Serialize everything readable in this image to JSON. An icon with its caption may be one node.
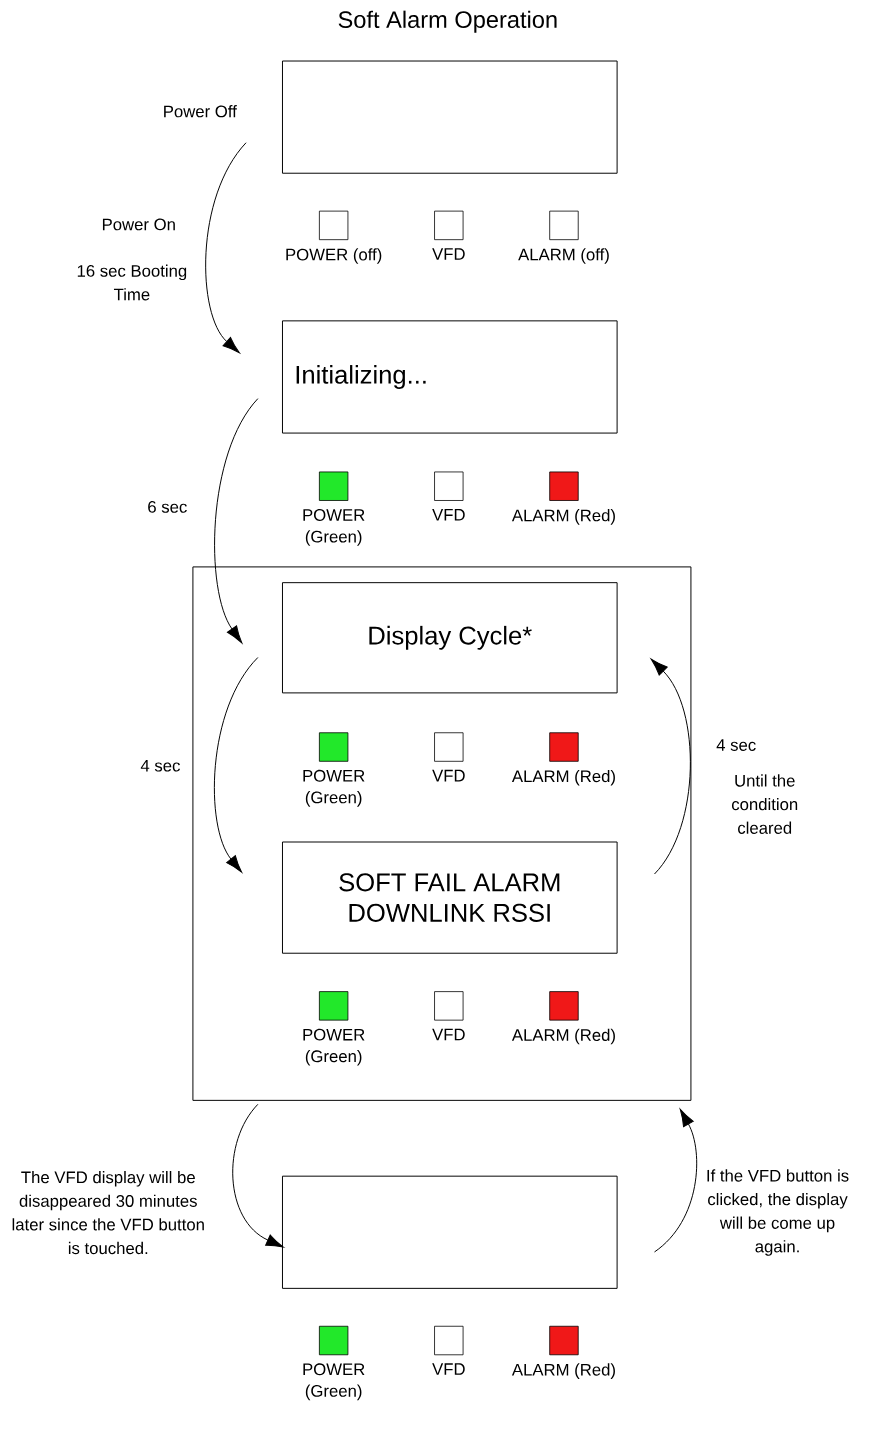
{
  "diagram": {
    "title": "Soft Alarm Operation",
    "nodes": [
      {
        "text": [],
        "shape": "box"
      },
      {
        "text": [
          "POWER (off)"
        ]
      },
      {
        "text": [
          "VFD"
        ]
      },
      {
        "text": [
          "ALARM (off)"
        ]
      },
      {
        "text": [
          "Initializing..."
        ]
      },
      {
        "text": [
          "POWER (Green)"
        ]
      },
      {
        "text": [
          "VFD"
        ]
      },
      {
        "text": [
          "ALARM (Red)"
        ]
      },
      {
        "text": [],
        "shape": "box"
      },
      {
        "text": [
          "Display Cycle*"
        ],
        "in": 8
      },
      {
        "text": [
          "POWER (Green)"
        ],
        "in": 8
      },
      {
        "text": [
          "VFD"
        ],
        "in": 8
      },
      {
        "text": [
          "ALARM (Red)"
        ],
        "in": 8
      },
      {
        "text": [
          "SOFT FAIL ALARM DOWNLINK RSSI"
        ],
        "in": 8
      },
      {
        "text": [
          "POWER (Green)"
        ],
        "in": 8
      },
      {
        "text": [
          "VFD"
        ],
        "in": 8
      },
      {
        "text": [
          "ALARM (Red)"
        ],
        "in": 8
      },
      {
        "text": [],
        "shape": "box"
      },
      {
        "text": [
          "POWER (Green)"
        ]
      },
      {
        "text": [
          "VFD"
        ]
      },
      {
        "text": [
          "ALARM (Red)"
        ]
      }
    ],
    "edges": [
      {
        "from": 0,
        "to": 4,
        "arrow": "to",
        "label": "16 sec Booting Time"
      },
      {
        "from": 4,
        "to": 9,
        "arrow": "to",
        "label": "6 sec"
      },
      {
        "from": 9,
        "to": 13,
        "arrow": "to",
        "label": "4 sec"
      },
      {
        "from": 13,
        "to": 9,
        "arrow": "to",
        "label": "4 sec"
      },
      {
        "from": 8,
        "to": 17,
        "arrow": "to",
        "label": "The VFD display will be disappeared 30 minutes later since the VFD button is touched."
      },
      {
        "from": 17,
        "to": 8,
        "arrow": "to",
        "label": "If the VFD button is clicked,  the display will be come up again."
      }
    ],
    "labels": [
      "Power Off",
      "Power On",
      "Until the condition cleared"
    ]
  }
}
